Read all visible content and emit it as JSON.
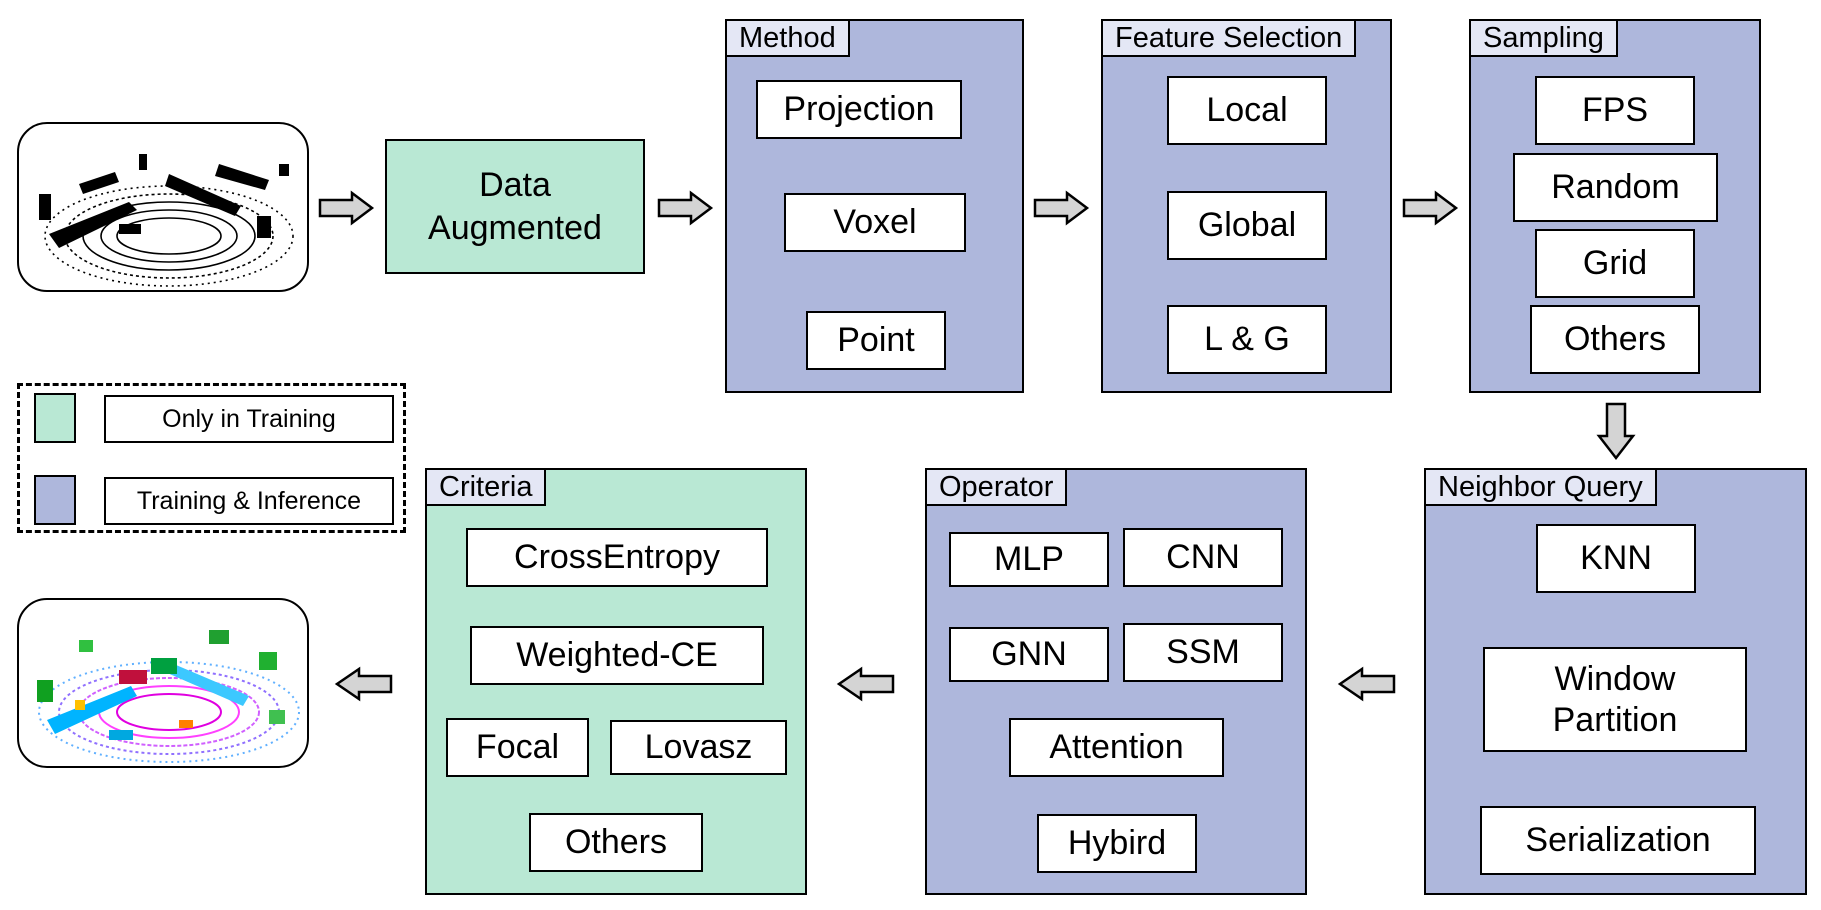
{
  "input_cloud": {
    "description_icon": "grayscale-point-cloud-icon"
  },
  "output_cloud": {
    "description_icon": "segmented-point-cloud-icon"
  },
  "data_augmented": {
    "line1": "Data",
    "line2": "Augmented"
  },
  "method": {
    "title": "Method",
    "items": [
      "Projection",
      "Voxel",
      "Point"
    ]
  },
  "feature_selection": {
    "title": "Feature Selection",
    "items": [
      "Local",
      "Global",
      "L & G"
    ]
  },
  "sampling": {
    "title": "Sampling",
    "items": [
      "FPS",
      "Random",
      "Grid",
      "Others"
    ]
  },
  "neighbor_query": {
    "title": "Neighbor Query",
    "items": [
      "KNN",
      "Window Partition",
      "Serialization"
    ],
    "window_line1": "Window",
    "window_line2": "Partition"
  },
  "operator": {
    "title": "Operator",
    "items": [
      "MLP",
      "CNN",
      "GNN",
      "SSM",
      "Attention",
      "Hybird"
    ]
  },
  "criteria": {
    "title": "Criteria",
    "items": [
      "CrossEntropy",
      "Weighted-CE",
      "Focal",
      "Lovasz",
      "Others"
    ]
  },
  "legend": {
    "training_only": {
      "label": "Only in Training",
      "color": "#b9e8d4"
    },
    "training_inference": {
      "label": "Training & Inference",
      "color": "#aeb7dc"
    }
  },
  "colors": {
    "blue_panel": "#aeb7dc",
    "green_panel": "#b9e8d4",
    "tab": "#e4e7f5",
    "arrow_fill": "#d4d4d4"
  }
}
